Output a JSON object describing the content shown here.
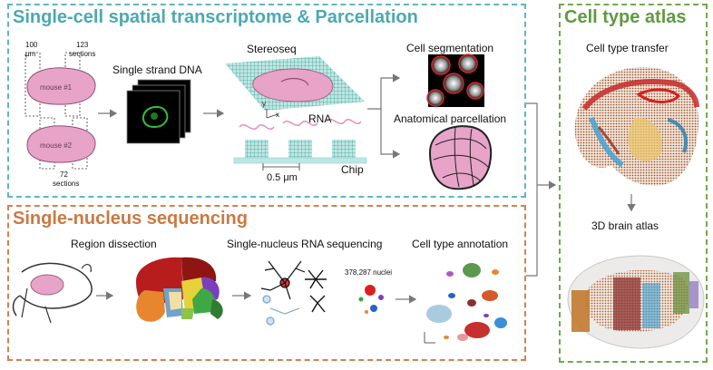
{
  "titles": {
    "spatial": "Single-cell spatial transcriptome & Parcellation",
    "nucleus": "Single-nucleus sequencing",
    "atlas": "Cell type atlas"
  },
  "spatial": {
    "dim_100": "100",
    "dim_um": "μm",
    "sections_123": "123",
    "sections_word": "sections",
    "sections_72": "72",
    "mouse1": "mouse #1",
    "mouse2": "mouse #2",
    "ssdna": "Single strand DNA",
    "stereoseq": "Stereoseq",
    "axis_y": "y",
    "axis_x": "x",
    "rna": "RNA",
    "chip": "Chip",
    "spacing": "0.5 μm",
    "cell_seg": "Cell segmentation",
    "anat_parc": "Anatomical parcellation"
  },
  "nucleus": {
    "region": "Region dissection",
    "snrna": "Single-nucleus RNA sequencing",
    "nuclei": "378,287 nuclei",
    "annotation": "Cell type annotation"
  },
  "atlas": {
    "transfer": "Cell type transfer",
    "brain3d": "3D brain atlas"
  },
  "colors": {
    "teal": "#5fb7be",
    "orange": "#d4824f",
    "green": "#72a84f",
    "brain_pink": "#e7a3c8"
  }
}
